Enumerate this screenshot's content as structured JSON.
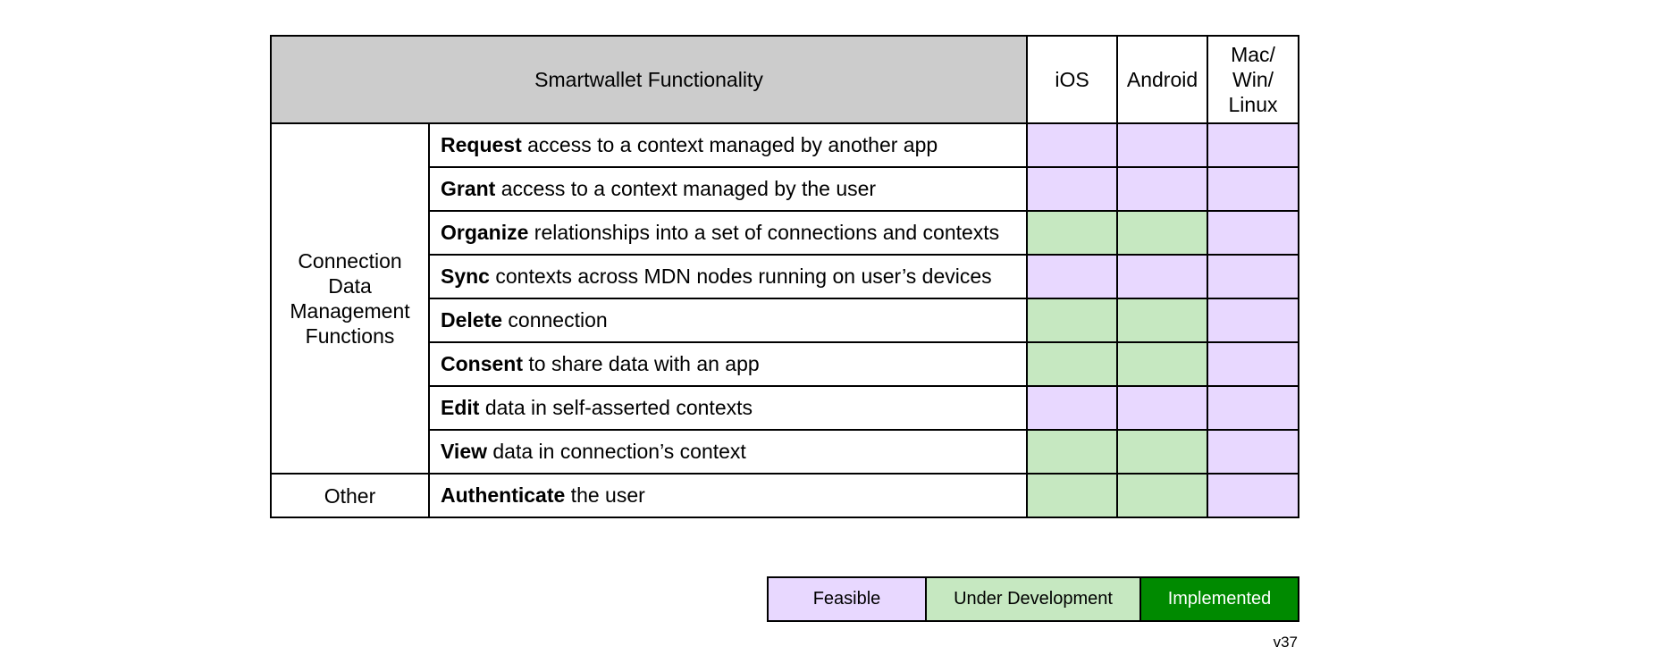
{
  "header": {
    "title": "Smartwallet Functionality",
    "platforms": [
      "iOS",
      "Android",
      "Mac/\nWin/\nLinux"
    ]
  },
  "groups": [
    {
      "label": "Connection Data Management Functions",
      "rows": [
        {
          "verb": "Request",
          "text": " access to a context managed by another app",
          "status": [
            "feasible",
            "feasible",
            "feasible"
          ]
        },
        {
          "verb": "Grant",
          "text": " access to a context managed by the user",
          "status": [
            "feasible",
            "feasible",
            "feasible"
          ]
        },
        {
          "verb": "Organize",
          "text": " relationships into a set of connections and contexts",
          "status": [
            "under_development",
            "under_development",
            "feasible"
          ]
        },
        {
          "verb": "Sync",
          "text": " contexts across MDN nodes running on user’s devices",
          "status": [
            "feasible",
            "feasible",
            "feasible"
          ]
        },
        {
          "verb": "Delete",
          "text": " connection",
          "status": [
            "under_development",
            "under_development",
            "feasible"
          ]
        },
        {
          "verb": "Consent",
          "text": " to share data with an app",
          "status": [
            "under_development",
            "under_development",
            "feasible"
          ]
        },
        {
          "verb": "Edit",
          "text": " data in self-asserted contexts",
          "status": [
            "feasible",
            "feasible",
            "feasible"
          ]
        },
        {
          "verb": "View",
          "text": " data in connection’s context",
          "status": [
            "under_development",
            "under_development",
            "feasible"
          ]
        }
      ]
    },
    {
      "label": "Other",
      "rows": [
        {
          "verb": "Authenticate",
          "text": " the user",
          "status": [
            "under_development",
            "under_development",
            "feasible"
          ]
        }
      ]
    }
  ],
  "legend": [
    {
      "key": "feasible",
      "label": "Feasible",
      "color": "#e8d8ff",
      "text_color": "#000000"
    },
    {
      "key": "under_development",
      "label": "Under Development",
      "color": "#c6e8c1",
      "text_color": "#000000"
    },
    {
      "key": "implemented",
      "label": "Implemented",
      "color": "#008a00",
      "text_color": "#ffffff"
    }
  ],
  "version": "v37"
}
